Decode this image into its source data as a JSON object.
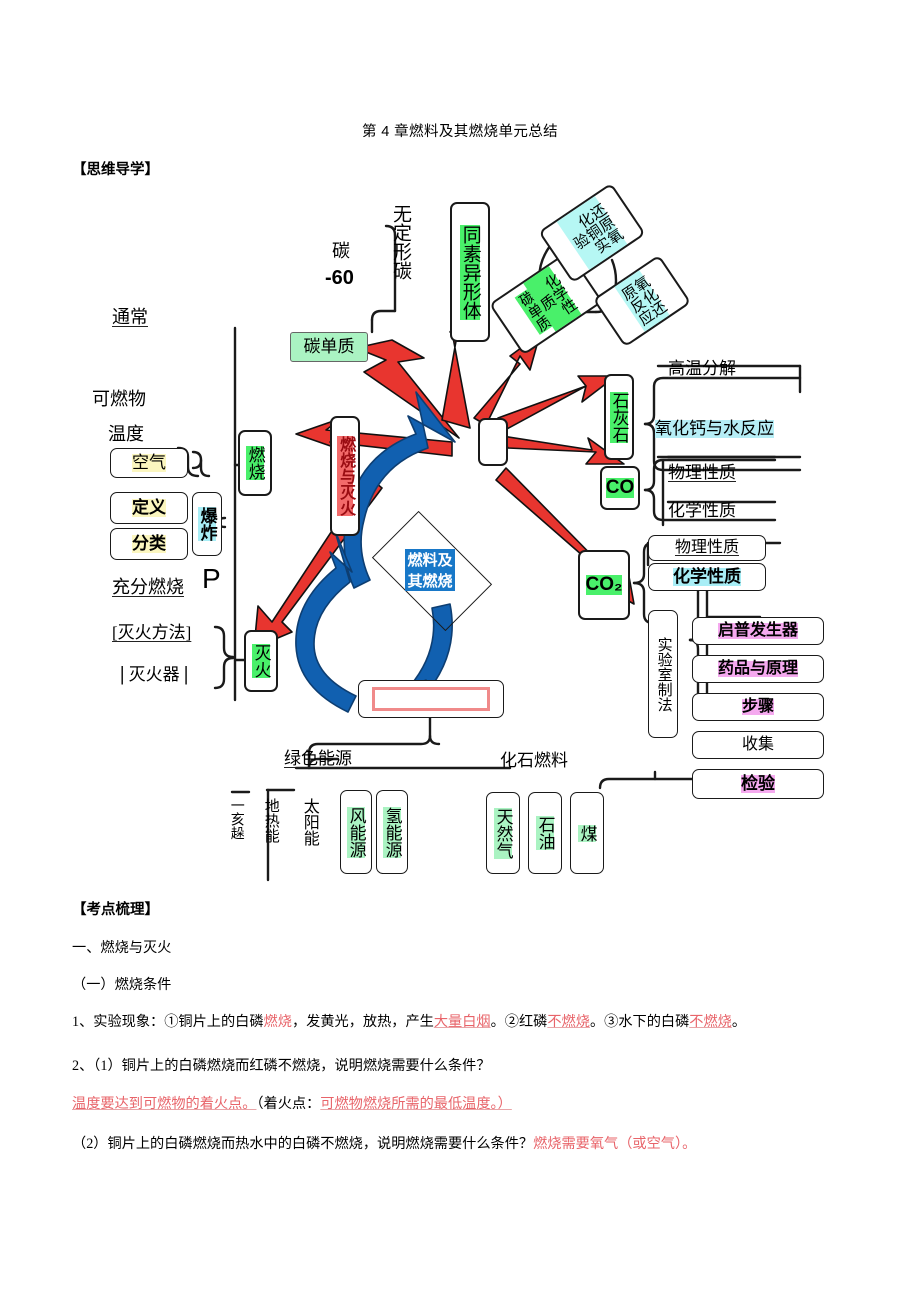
{
  "document": {
    "title": "第 4 章燃料及其燃烧单元总结",
    "section_mindmap": "【思维导学】",
    "section_keypoints": "【考点梳理】"
  },
  "mindmap": {
    "center": "燃料及其燃烧",
    "carbon_hub": "碳",
    "nodes": {
      "c60_label": "碳",
      "c60_sub": "-60",
      "amorphous_carbon": "无定形碳",
      "carbon_simple": "碳单质",
      "allotrope": "同素异形体",
      "carbon_chem_a": "碳单质",
      "carbon_chem_b": "化学性质",
      "reduce_cuo": "还原氧化铜实验",
      "redox": "氧化还原反应",
      "asterisk": "*",
      "limestone": "石灰石",
      "co": "CO",
      "co2": "CO₂",
      "high_temp_decomp": "高温分解",
      "cao_water": "氧化钙与水反应",
      "co_physical": "物理性质",
      "co_chemical": "化学性质",
      "co2_physical": "物理性质",
      "co2_chemical": "化学性质",
      "lab_prep": "实验室制法",
      "kipp": "启普发生器",
      "reagent_principle": "药品与原理",
      "steps": "步骤",
      "collect": "收集",
      "test": "检验",
      "usual": "通常",
      "combustible": "可燃物",
      "temperature": "温度",
      "air": "空气",
      "definition": "定义",
      "classify": "分类",
      "explosion": "爆炸",
      "burning": "燃烧",
      "burn_and_extinguish": "燃烧与灭火",
      "full_combustion": "充分燃烧",
      "full_combustion_mark": "P",
      "extinguish_methods": "[灭火方法]",
      "extinguisher": "灭火器",
      "extinguish": "灭火",
      "fuel_box": "",
      "green_energy": "绿色能源",
      "fossil_fuel": "化石燃料",
      "nuclear": "一亥趓",
      "geothermal": "地热能",
      "solar": "太阳能",
      "wind": "风能源",
      "hydrogen": "氢能源",
      "natural_gas": "天然气",
      "petroleum": "石油",
      "coal": "煤"
    },
    "colors": {
      "red_arrow": "#e8352f",
      "blue_arrow": "#1160b0",
      "green_highlight": "#49f06a",
      "cyan_highlight": "#b6f7f4",
      "pink_highlight": "#f5a9ef",
      "yellow_highlight": "#fbf6bf",
      "center_blue": "#1878c8"
    }
  },
  "keypoints": {
    "heading1": "一、燃烧与灭火",
    "sub1": "（一）燃烧条件",
    "line1": {
      "p1": "1、实验现象：①铜片上的白磷",
      "r1": "燃烧",
      "p2": "，发黄光，放热，产生",
      "r2": "大量白烟",
      "p3": "。②红磷",
      "r3": "不燃烧",
      "p4": "。③水下的白磷",
      "r4": "不燃烧",
      "p5": "。"
    },
    "line2": "2、（1）铜片上的白磷燃烧而红磷不燃烧，说明燃烧需要什么条件？",
    "line3": {
      "ans": "温度要达到可燃物的着火点。",
      "mid": "（着火点：",
      "def": "可燃物燃烧所需的最低温度。）"
    },
    "line4": {
      "q": "（2）铜片上的白磷燃烧而热水中的白磷不燃烧，说明燃烧需要什么条件？",
      "a": "燃烧需要氧气（或空气）。"
    }
  }
}
